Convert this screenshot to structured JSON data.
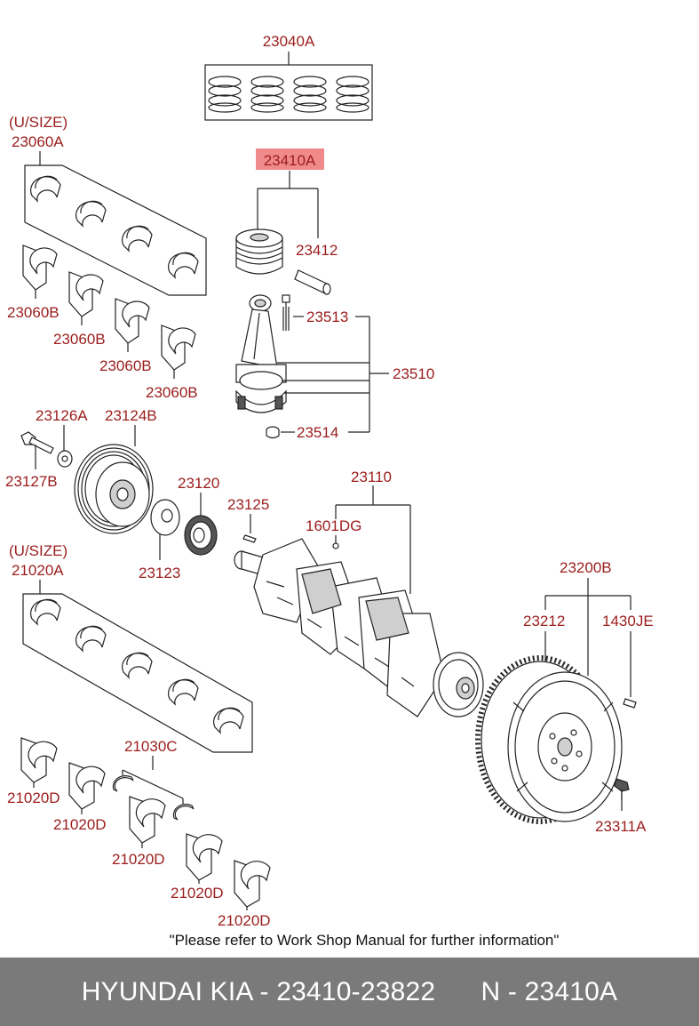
{
  "labels": {
    "rings_set": "23040A",
    "upper_size_1": "(U/SIZE)",
    "rod_bearing_set": "23060A",
    "piston_assy": "23410A",
    "piston_pin": "23412",
    "rod_bolt": "23513",
    "conrod_assy": "23510",
    "rod_nut": "23514",
    "rod_bearing_1": "23060B",
    "rod_bearing_2": "23060B",
    "rod_bearing_3": "23060B",
    "rod_bearing_4": "23060B",
    "washer": "23126A",
    "damper_pulley": "23124B",
    "pulley_bolt": "23127B",
    "sprocket": "23120",
    "flange": "23123",
    "key": "23125",
    "crankshaft": "23110",
    "pin": "1601DG",
    "upper_size_2": "(U/SIZE)",
    "main_bearing_set": "21020A",
    "flywheel_assy": "23200B",
    "ring_gear": "23212",
    "dowel": "1430JE",
    "thrust_bearing": "21030C",
    "main_bearing_1": "21020D",
    "main_bearing_2": "21020D",
    "main_bearing_3": "21020D",
    "main_bearing_4": "21020D",
    "main_bearing_5": "21020D",
    "flywheel_bolt": "23311A"
  },
  "note": "\"Please refer to Work Shop Manual for further information\"",
  "highlight_color": "#f08a8a",
  "label_color": "#9b1c1c",
  "footer": {
    "text": "HYUNDAI KIA - 23410-23822      N - 23410A",
    "background": "#7a7a7a"
  }
}
